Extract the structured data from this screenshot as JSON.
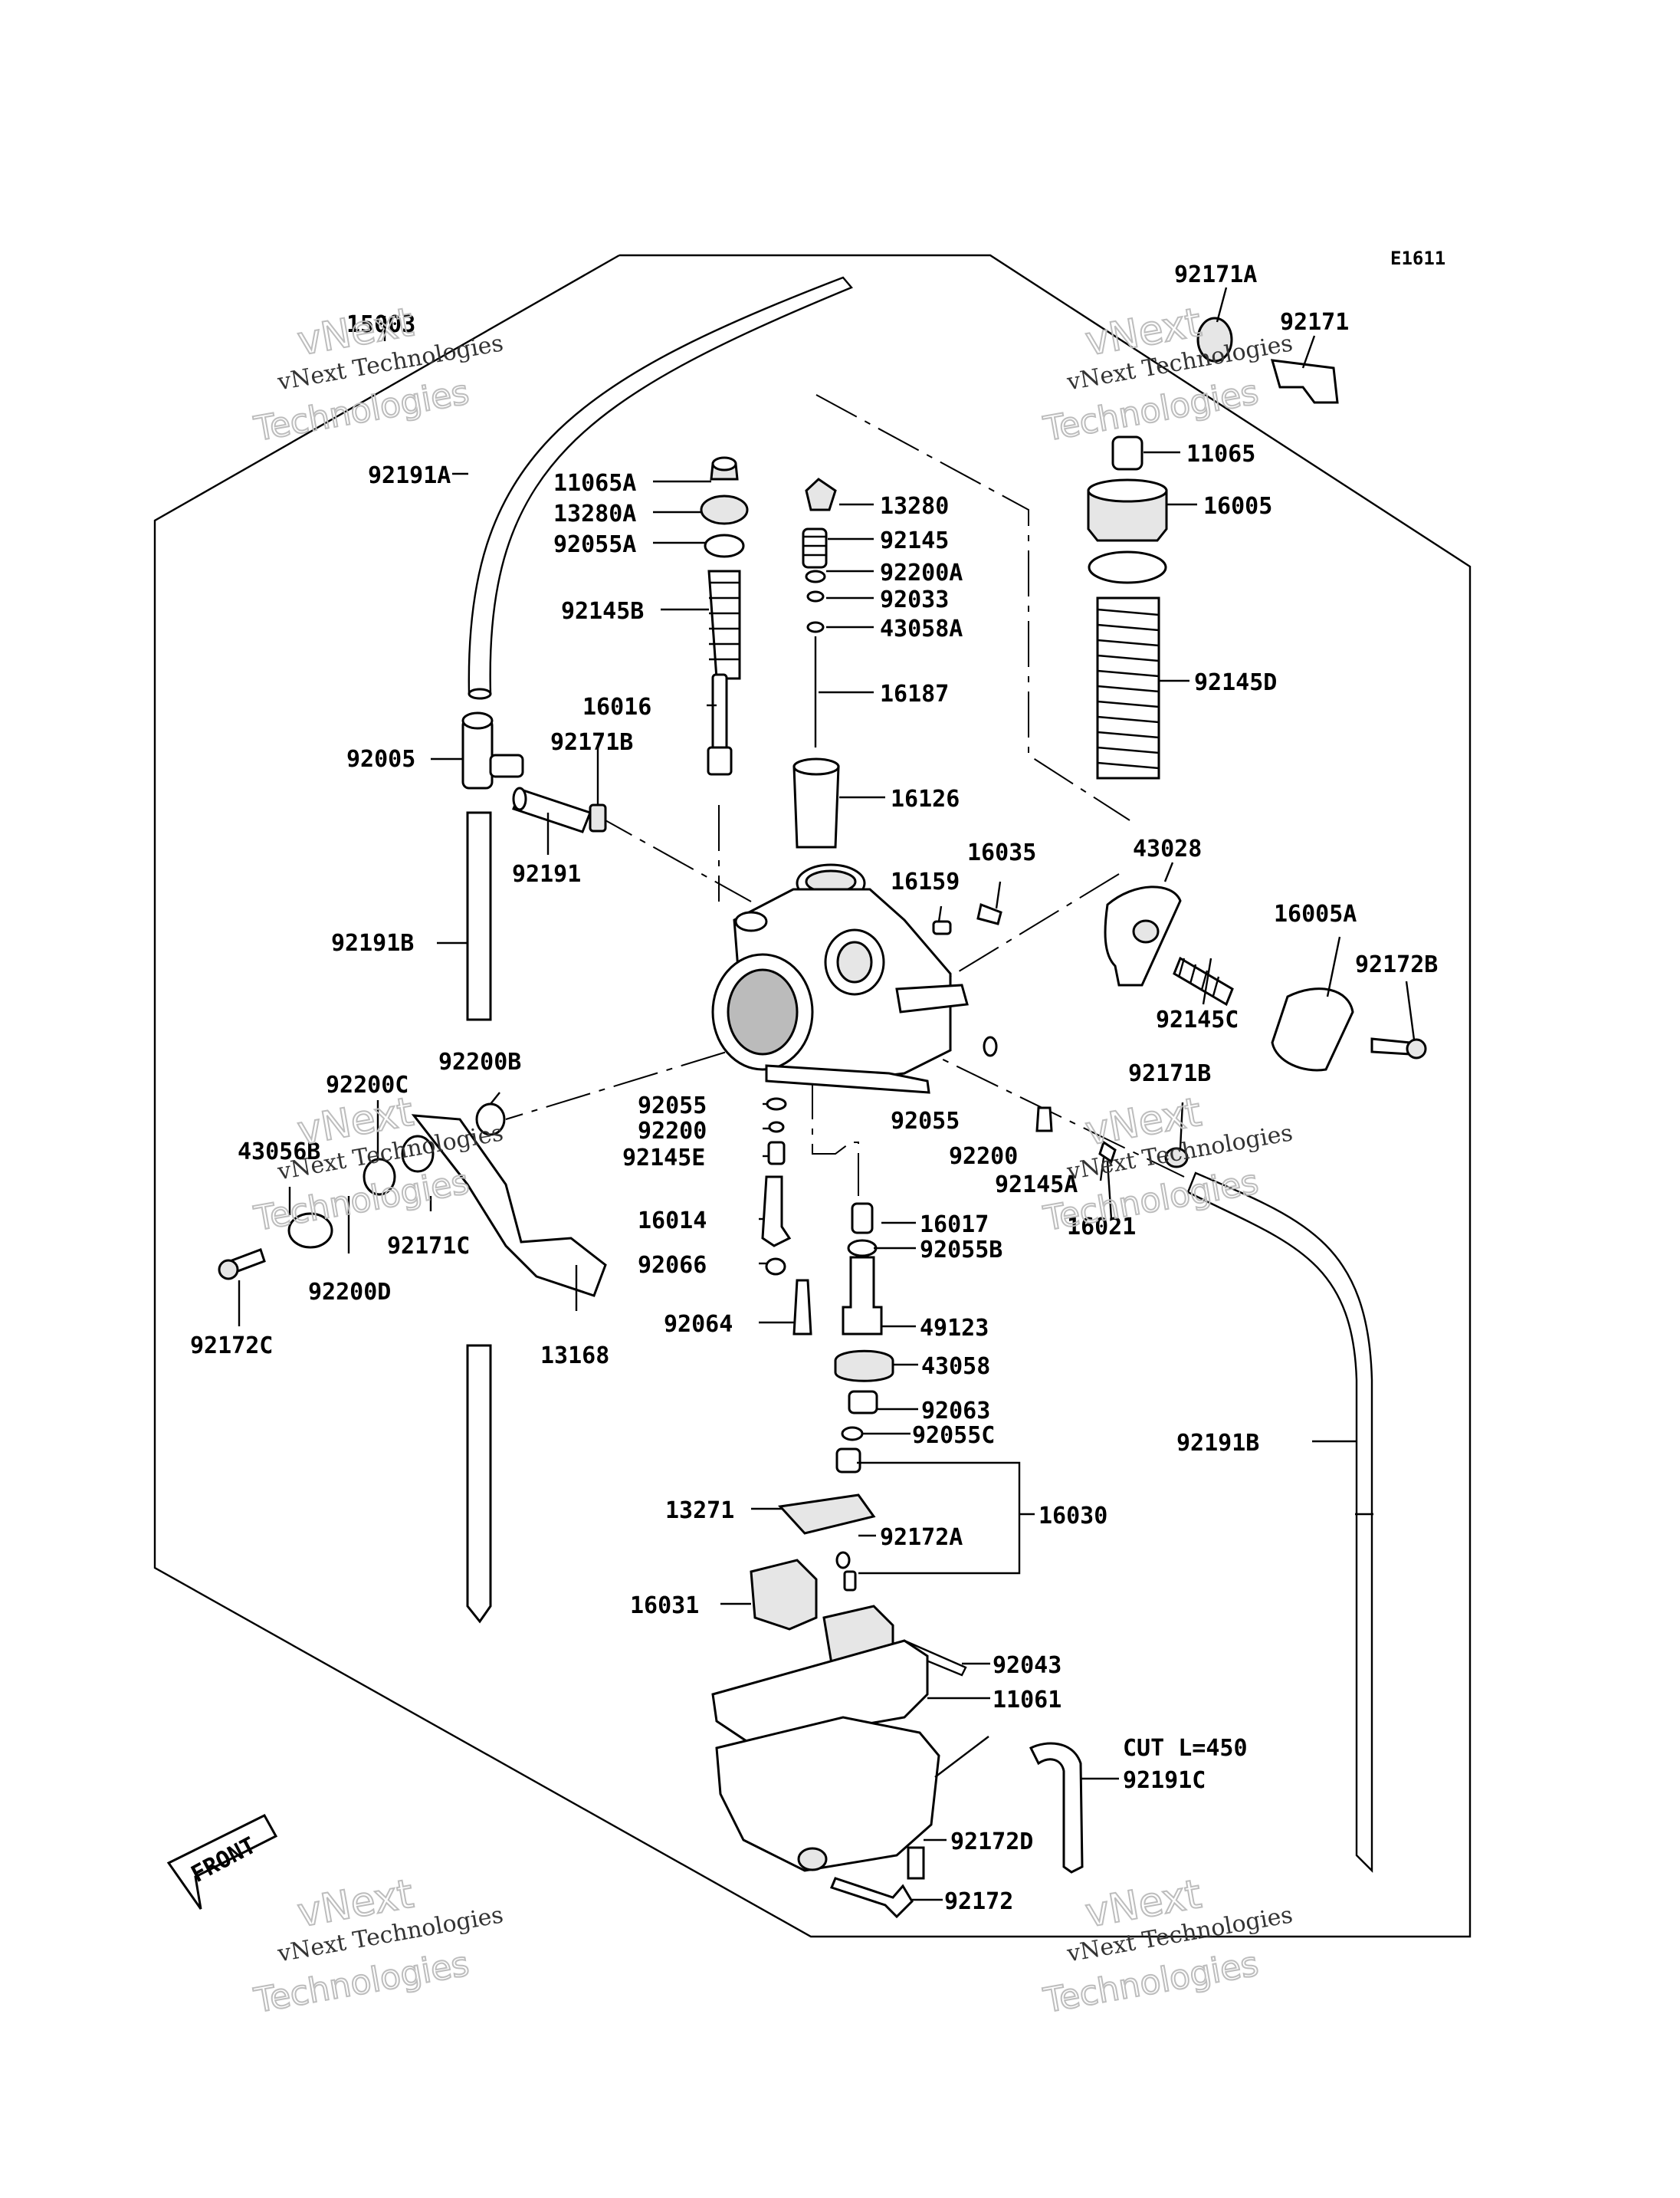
{
  "diagram_code": "E1611",
  "front_label": "FRONT",
  "note": "CUT L=450",
  "watermark": {
    "brand": "vNext",
    "company": "vNext Technologies",
    "word": "Technologies"
  },
  "parts": [
    "15003",
    "92191A",
    "11065A",
    "13280A",
    "92055A",
    "92145B",
    "16016",
    "92171B",
    "92005",
    "92191",
    "92191B",
    "13280",
    "92145",
    "92200A",
    "92033",
    "43058A",
    "16187",
    "16126",
    "92171A",
    "92171",
    "11065",
    "16005",
    "92145D",
    "16035",
    "16159",
    "43028",
    "16005A",
    "92172B",
    "92145C",
    "92200B",
    "92200C",
    "43056B",
    "92171C",
    "92200D",
    "92172C",
    "13168",
    "92055",
    "92200",
    "92145E",
    "16014",
    "92066",
    "92064",
    "16017",
    "92055B",
    "49123",
    "43058",
    "92063",
    "92055C",
    "13271",
    "92172A",
    "16030",
    "16031",
    "92043",
    "11061",
    "92191C",
    "92172D",
    "92172",
    "92171B",
    "92145A",
    "16021",
    "92191B"
  ]
}
